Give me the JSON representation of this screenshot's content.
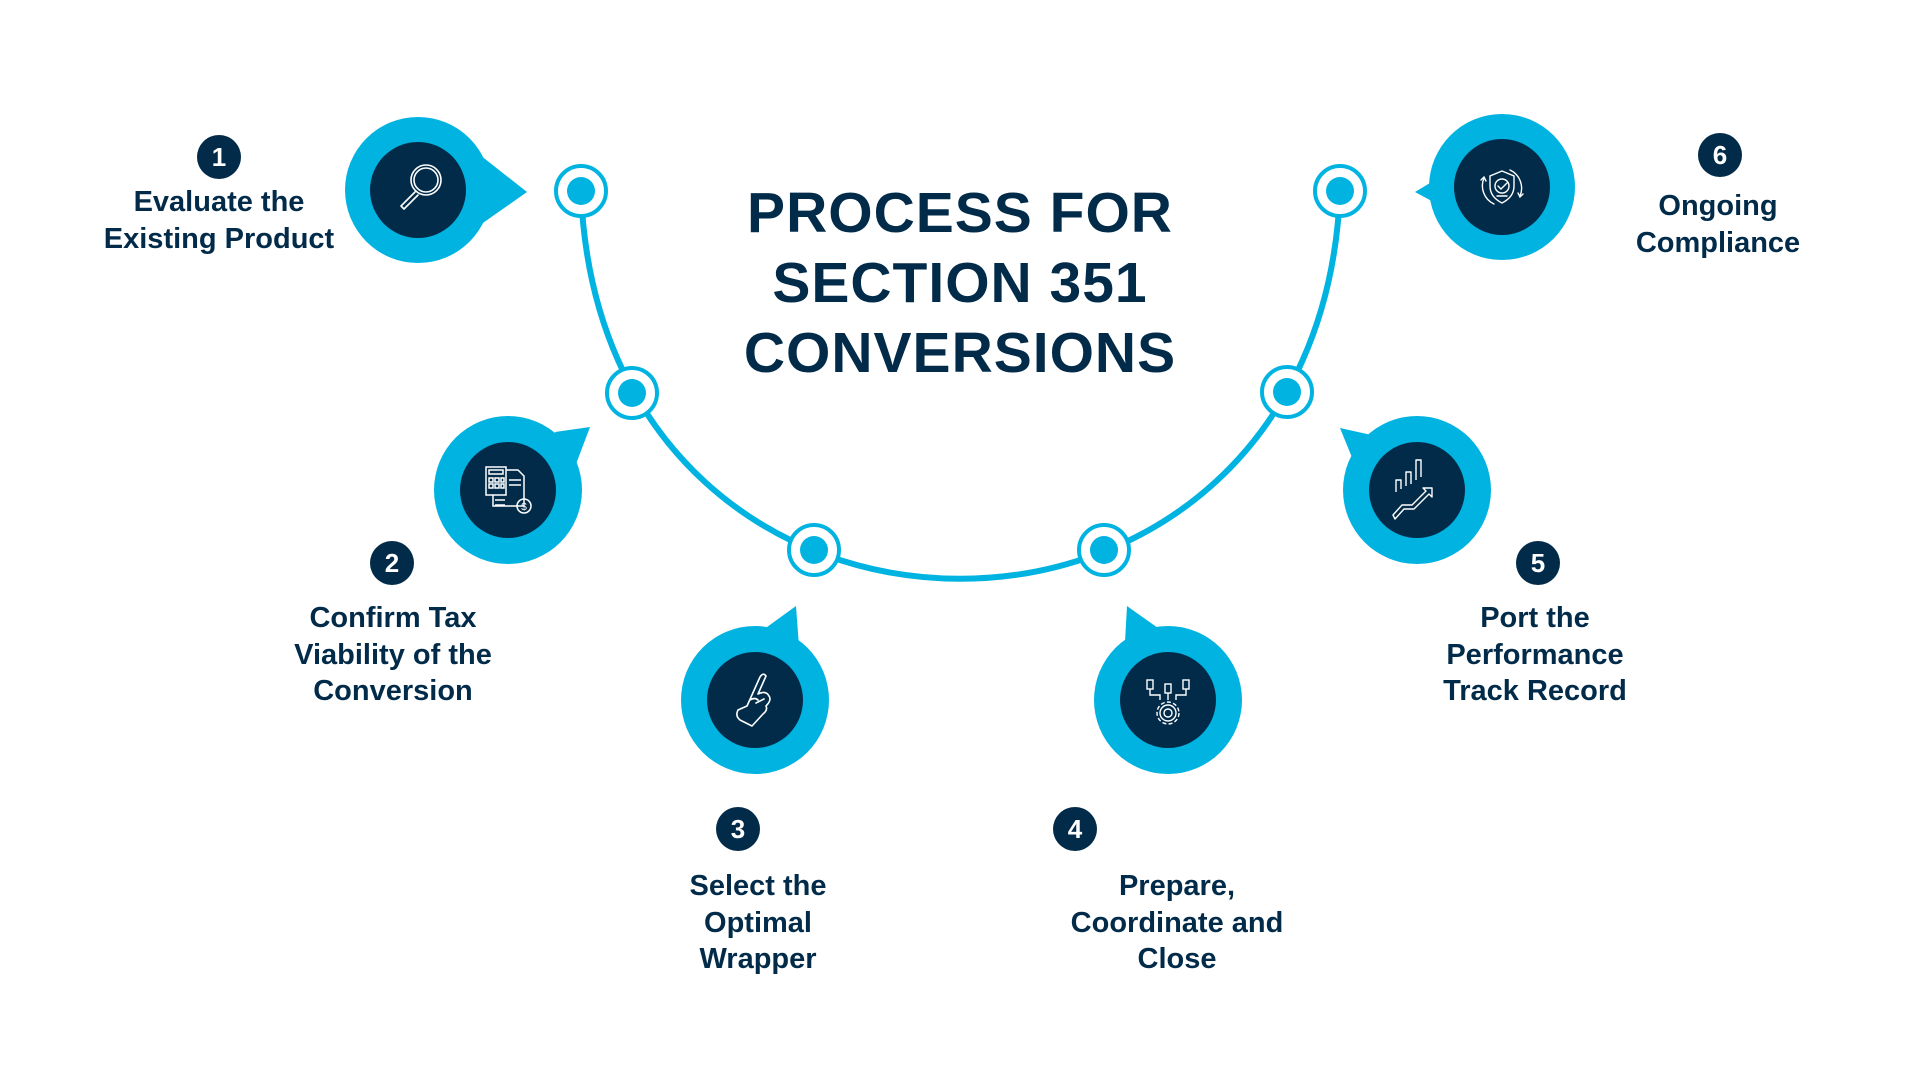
{
  "title": {
    "lines": [
      "PROCESS FOR",
      "SECTION 351",
      "CONVERSIONS"
    ]
  },
  "colors": {
    "accent": "#00B3E1",
    "navy": "#022B4A",
    "white": "#FFFFFF"
  },
  "steps": [
    {
      "number": "1",
      "icon": "magnifying-glass-icon",
      "lines": [
        "Evaluate the",
        "Existing Product"
      ]
    },
    {
      "number": "2",
      "icon": "calculator-invoice-dollar-icon",
      "lines": [
        "Confirm Tax",
        "Viability of the",
        "Conversion"
      ]
    },
    {
      "number": "3",
      "icon": "pointing-hand-icon",
      "lines": [
        "Select the",
        "Optimal",
        "Wrapper"
      ]
    },
    {
      "number": "4",
      "icon": "gear-network-icon",
      "lines": [
        "Prepare,",
        "Coordinate and",
        "Close"
      ]
    },
    {
      "number": "5",
      "icon": "growth-chart-arrow-icon",
      "lines": [
        "Port the",
        "Performance",
        "Track Record"
      ]
    },
    {
      "number": "6",
      "icon": "shield-check-cycle-icon",
      "lines": [
        "Ongoing",
        "Compliance"
      ]
    }
  ]
}
